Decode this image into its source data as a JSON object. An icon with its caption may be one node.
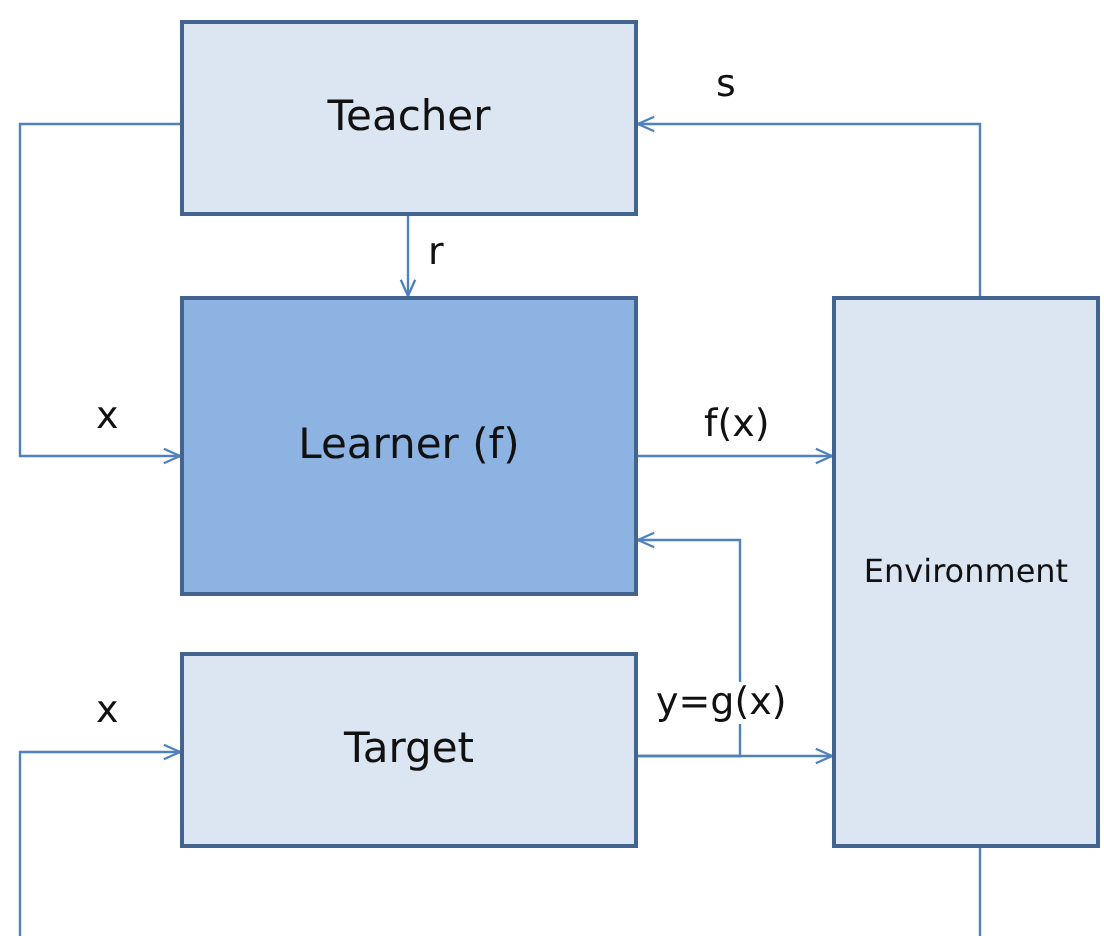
{
  "diagram": {
    "nodes": [
      {
        "text": [
          "Teacher"
        ]
      },
      {
        "text": [
          "Learner (f)"
        ]
      },
      {
        "text": [
          "Target"
        ]
      },
      {
        "text": [
          "Environment"
        ]
      }
    ],
    "edges": [
      {
        "from": 0,
        "to": 1,
        "arrow": "to",
        "label": "r"
      },
      {
        "from": 0,
        "to": 1,
        "arrow": "to",
        "label": "x"
      },
      {
        "from": 1,
        "to": 3,
        "arrow": "to",
        "label": "f(x)"
      },
      {
        "from": 3,
        "to": 0,
        "arrow": "to",
        "label": "s"
      },
      {
        "from": 2,
        "to": 3,
        "arrow": "to",
        "label": "y=g(x)"
      },
      {
        "from": 2,
        "to": 1,
        "arrow": "to"
      },
      {
        "from": null,
        "to": 2,
        "arrow": "to",
        "label": "x"
      },
      {
        "from": 3,
        "to": null,
        "arrow": "none"
      }
    ]
  }
}
